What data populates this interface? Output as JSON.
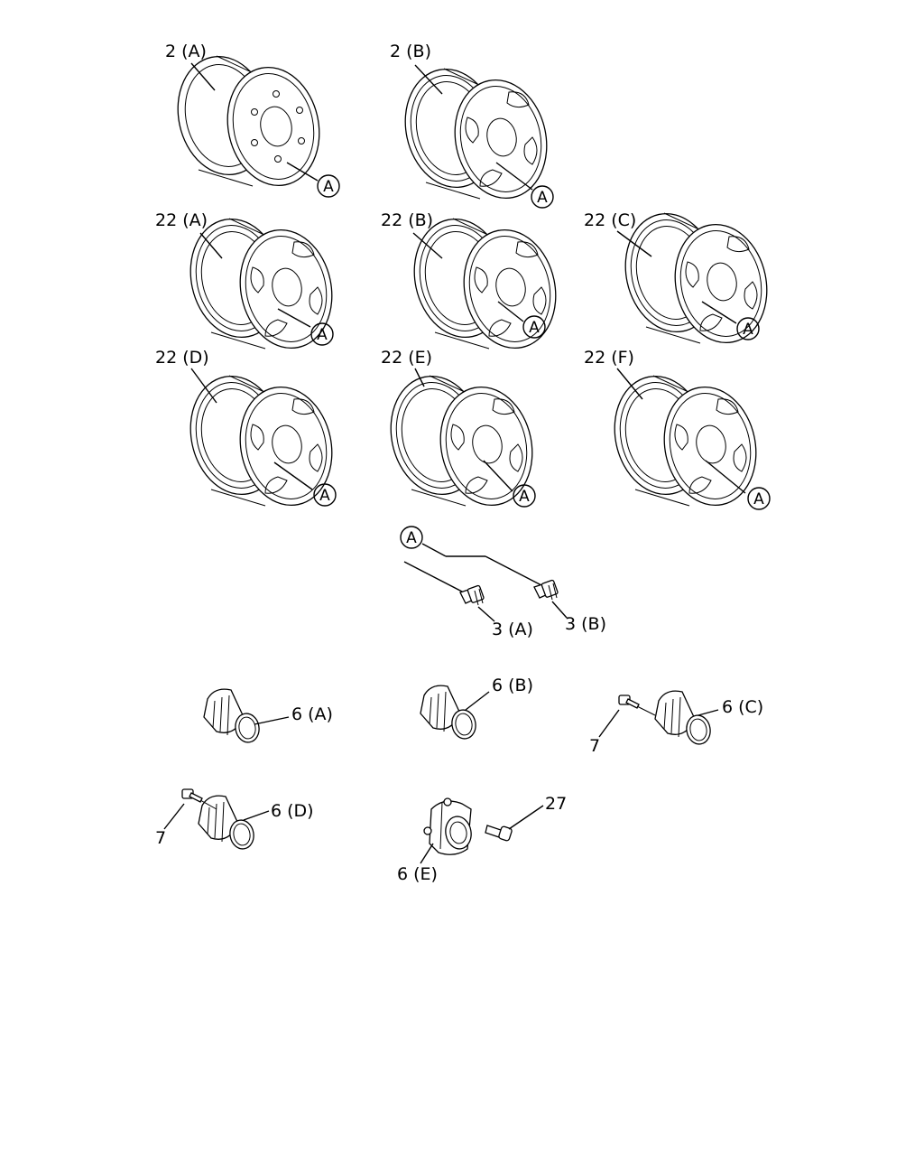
{
  "colors": {
    "line": "#000000",
    "background": "#ffffff"
  },
  "ref_marker": "A",
  "wheels": [
    {
      "label": "2 (A)"
    },
    {
      "label": "2 (B)"
    },
    {
      "label": "22 (A)"
    },
    {
      "label": "22 (B)"
    },
    {
      "label": "22 (C)"
    },
    {
      "label": "22 (D)"
    },
    {
      "label": "22 (E)"
    },
    {
      "label": "22 (F)"
    }
  ],
  "nuts": [
    {
      "label": "3 (A)"
    },
    {
      "label": "3 (B)"
    }
  ],
  "caps": [
    {
      "label": "6 (A)"
    },
    {
      "label": "6 (B)"
    },
    {
      "label": "6 (C)"
    },
    {
      "label": "6 (D)"
    },
    {
      "label": "6 (E)"
    }
  ],
  "bolts": [
    {
      "label": "7"
    },
    {
      "label": "7"
    }
  ],
  "screw": {
    "label": "27"
  }
}
